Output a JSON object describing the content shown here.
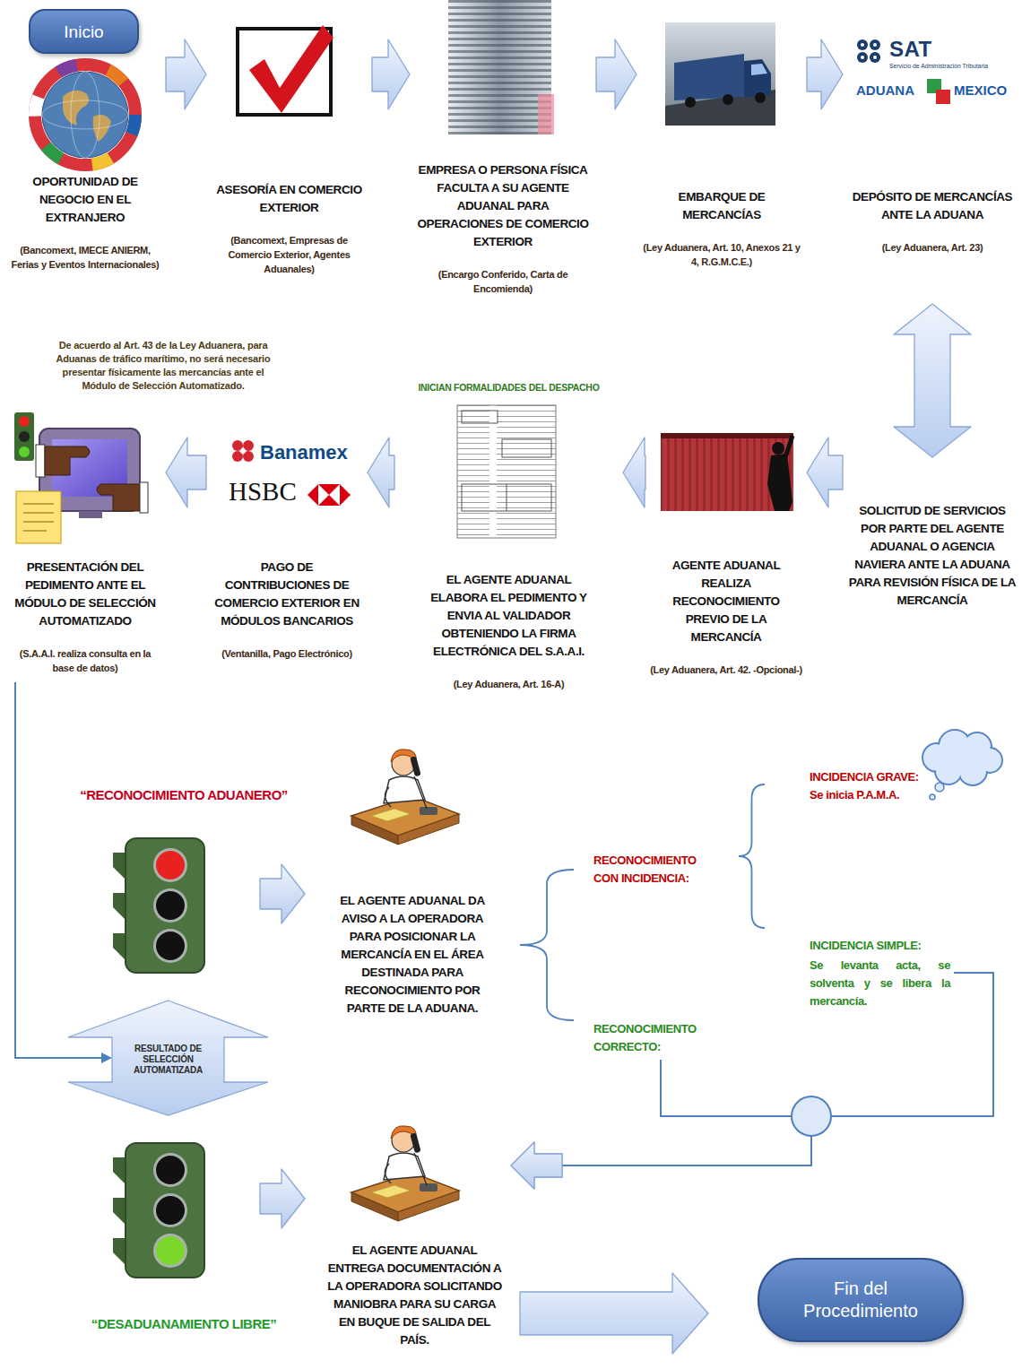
{
  "diagram": {
    "nodes": [
      {
        "text": [
          "Inicio"
        ]
      },
      {
        "text": [
          "OPORTUNIDAD DE NEGOCIO EN EL EXTRANJERO",
          "(Bancomext, IMECE ANIERM, Ferias y Eventos Internacionales)"
        ]
      },
      {
        "text": [
          "ASESORÍA EN COMERCIO EXTERIOR",
          "(Bancomext, Empresas de Comercio Exterior, Agentes Aduanales)"
        ]
      },
      {
        "text": [
          "EMPRESA O PERSONA FÍSICA FACULTA A SU AGENTE ADUANAL PARA OPERACIONES DE COMERCIO EXTERIOR",
          "(Encargo Conferido, Carta de Encomienda)"
        ]
      },
      {
        "text": [
          "EMBARQUE DE MERCANCÍAS",
          "(Ley Aduanera, Art. 10, Anexos 21 y 4, R.G.M.C.E.)"
        ]
      },
      {
        "text": [
          "DEPÓSITO DE MERCANCÍAS ANTE LA ADUANA",
          "(Ley Aduanera, Art. 23)"
        ]
      },
      {
        "text": [
          "SOLICITUD DE SERVICIOS POR PARTE DEL AGENTE ADUANAL O AGENCIA NAVIERA ANTE LA ADUANA PARA REVISIÓN FÍSICA DE LA MERCANCÍA"
        ]
      },
      {
        "text": [
          "AGENTE ADUANAL REALIZA RECONOCIMIENTO PREVIO DE LA MERCANCÍA",
          "(Ley Aduanera, Art. 42. -Opcional-)"
        ]
      },
      {
        "text": [
          "INICIAN FORMALIDADES DEL DESPACHO",
          "EL AGENTE ADUANAL ELABORA EL PEDIMENTO Y ENVIA AL VALIDADOR OBTENIENDO LA FIRMA ELECTRÓNICA DEL S.A.A.I.",
          "(Ley Aduanera, Art. 16-A)"
        ]
      },
      {
        "text": [
          "PAGO DE CONTRIBUCIONES DE COMERCIO EXTERIOR EN MÓDULOS BANCARIOS",
          "(Ventanilla, Pago Electrónico)"
        ]
      },
      {
        "text": [
          "PRESENTACIÓN DEL PEDIMENTO ANTE EL MÓDULO DE SELECCIÓN AUTOMATIZADO",
          "(S.A.A.I. realiza consulta en la base de datos)"
        ]
      },
      {
        "text": [
          "RESULTADO DE SELECCIÓN AUTOMATIZADA"
        ]
      },
      {
        "text": [
          "“RECONOCIMIENTO ADUANERO”"
        ]
      },
      {
        "text": [
          "EL AGENTE ADUANAL DA AVISO A LA OPERADORA PARA POSICIONAR LA MERCANCÍA EN EL ÁREA DESTINADA PARA RECONOCIMIENTO POR PARTE DE LA ADUANA."
        ]
      },
      {
        "text": [
          "RECONOCIMIENTO CON INCIDENCIA:"
        ]
      },
      {
        "text": [
          "INCIDENCIA GRAVE:",
          "Se inicia P.A.M.A."
        ]
      },
      {
        "text": [
          "INCIDENCIA SIMPLE:",
          "Se levanta acta, se solventa y se libera la mercancía."
        ]
      },
      {
        "text": [
          "RECONOCIMIENTO CORRECTO:"
        ]
      },
      {
        "text": [
          "“DESADUANAMIENTO LIBRE”"
        ]
      },
      {
        "text": [
          "EL AGENTE ADUANAL ENTREGA DOCUMENTACIÓN A LA OPERADORA SOLICITANDO MANIOBRA PARA SU CARGA EN BUQUE DE SALIDA DEL PAÍS."
        ]
      },
      {
        "text": [
          "Fin del Procedimiento"
        ]
      }
    ],
    "edges": [
      {
        "from": 1,
        "to": 2,
        "arrow": "to"
      },
      {
        "from": 2,
        "to": 3,
        "arrow": "to"
      },
      {
        "from": 3,
        "to": 4,
        "arrow": "to"
      },
      {
        "from": 4,
        "to": 5,
        "arrow": "to"
      },
      {
        "from": 5,
        "to": 6,
        "arrow": "both"
      },
      {
        "from": 6,
        "to": 7,
        "arrow": "to"
      },
      {
        "from": 7,
        "to": 8,
        "arrow": "to"
      },
      {
        "from": 8,
        "to": 9,
        "arrow": "to"
      },
      {
        "from": 9,
        "to": 10,
        "arrow": "to"
      },
      {
        "from": 10,
        "to": 11,
        "arrow": "to"
      },
      {
        "from": 12,
        "to": 13,
        "arrow": "to"
      },
      {
        "from": 13,
        "to": 14,
        "arrow": "none"
      },
      {
        "from": 13,
        "to": 17,
        "arrow": "none"
      },
      {
        "from": 14,
        "to": 15,
        "arrow": "none"
      },
      {
        "from": 14,
        "to": 16,
        "arrow": "none"
      },
      {
        "from": 16,
        "to": 19,
        "arrow": "to"
      },
      {
        "from": 17,
        "to": 19,
        "arrow": "to"
      },
      {
        "from": 18,
        "to": 19,
        "arrow": "to"
      },
      {
        "from": 19,
        "to": 20,
        "arrow": "to"
      }
    ],
    "labels": [
      "De acuerdo al Art. 43 de la Ley Aduanera, para Aduanas de tráfico marítimo, no será necesario presentar físicamente las mercancías ante el Módulo de Selección Automatizado.",
      "SAT",
      "Servicio de Administración Tributaria",
      "ADUANA",
      "MEXICO",
      "Banamex",
      "HSBC"
    ]
  }
}
